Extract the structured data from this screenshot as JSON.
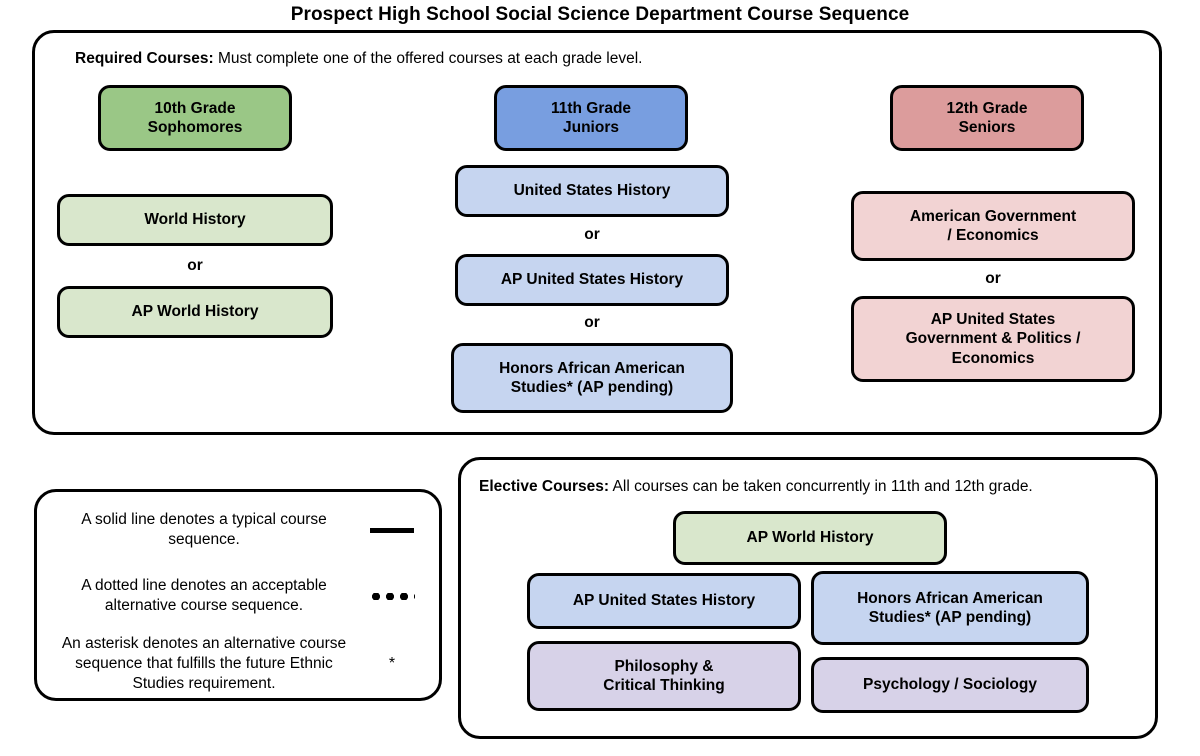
{
  "title": "Prospect High School Social Science Department Course Sequence",
  "required": {
    "caption_strong": "Required Courses:",
    "caption_rest": " Must complete one of the offered courses at each grade level.",
    "grade_headers": [
      {
        "line1": "10th Grade",
        "line2": "Sophomores",
        "color": "#9ac786"
      },
      {
        "line1": "11th Grade",
        "line2": "Juniors",
        "color": "#789ee0"
      },
      {
        "line1": "12th Grade",
        "line2": "Seniors",
        "color": "#dc9c9c"
      }
    ],
    "grade10_courses": [
      {
        "label": "World History"
      },
      {
        "label": "AP World History"
      }
    ],
    "grade11_courses": [
      {
        "label": "United States History"
      },
      {
        "label": "AP United States History"
      },
      {
        "line1": "Honors African American",
        "line2": "Studies* (AP pending)"
      }
    ],
    "grade12_courses": [
      {
        "line1": "American Government",
        "line2": "/ Economics"
      },
      {
        "line1": "AP United States",
        "line2": "Government & Politics /",
        "line3": "Economics"
      }
    ],
    "or_label": "or"
  },
  "legend": {
    "rows": [
      {
        "text": "A solid line denotes a typical course sequence.",
        "symbol": "solid-line-symbol"
      },
      {
        "text": "A dotted line denotes an acceptable alternative course sequence.",
        "symbol": "dotted-line-symbol"
      },
      {
        "text": "An asterisk denotes an alternative course sequence that fulfills the future Ethnic Studies requirement.",
        "symbol": "*"
      }
    ]
  },
  "electives": {
    "caption_strong": "Elective Courses:",
    "caption_rest": " All courses can be taken concurrently in 11th and 12th grade.",
    "courses": [
      {
        "label": "AP World History",
        "color": "#d9e7cc"
      },
      {
        "label": "AP United States History",
        "color": "#c6d5f0"
      },
      {
        "line1": "Honors African American",
        "line2": "Studies* (AP pending)",
        "color": "#c6d5f0"
      },
      {
        "line1": "Philosophy &",
        "line2": "Critical Thinking",
        "color": "#d7d2e8"
      },
      {
        "label": "Psychology / Sociology",
        "color": "#d7d2e8"
      }
    ]
  },
  "colors": {
    "outline": "#000000",
    "green_header": "#9ac786",
    "green_fill": "#d9e7cc",
    "blue_header": "#789ee0",
    "blue_fill": "#c6d5f0",
    "red_header": "#dc9c9c",
    "red_fill": "#f2d3d3",
    "purple_fill": "#d7d2e8",
    "background": "#ffffff"
  }
}
